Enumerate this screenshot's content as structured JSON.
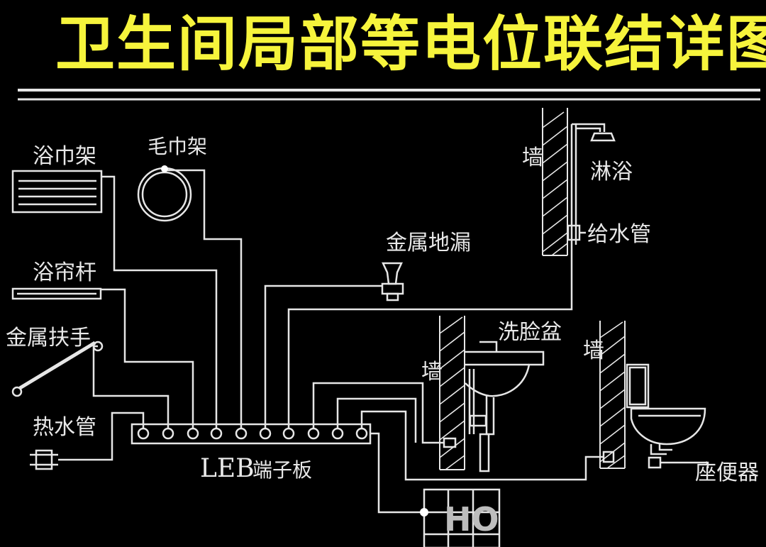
{
  "title": "卫生间局部等电位联结详图",
  "labels": {
    "towel_rack": "浴巾架",
    "towel_ring": "毛巾架",
    "curtain_rod": "浴帘杆",
    "metal_handrail": "金属扶手",
    "hot_water_pipe": "热水管",
    "floor_drain": "金属地漏",
    "wall_1": "墙",
    "shower": "淋浴",
    "supply_pipe": "给水管",
    "washbasin": "洗脸盆",
    "wall_2": "墙",
    "wall_3": "墙",
    "toilet": "座便器",
    "leb_latin": "LEB",
    "leb_cn": "端子板",
    "floor_mark": "HO"
  },
  "colors": {
    "title": "#f6f43c",
    "line": "#e6e6e6",
    "background": "#000000"
  }
}
